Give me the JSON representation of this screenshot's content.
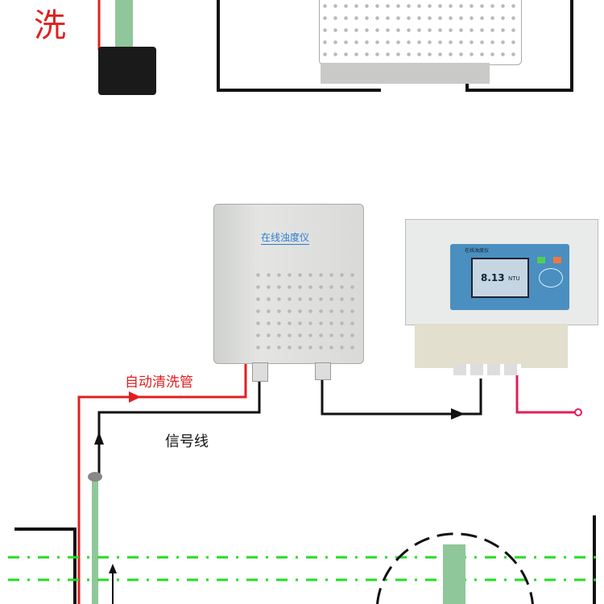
{
  "top_label": "洗",
  "analyzer": {
    "title": "在线浊度仪"
  },
  "controller": {
    "title": "在线浊度仪",
    "reading": "8.13",
    "unit": "NTU"
  },
  "labels": {
    "cleaning_pipe": "自动清洗管",
    "signal_line": "信号线"
  },
  "colors": {
    "cleaning": "#e02020",
    "signal": "#111111",
    "water": "#22dd22",
    "output": "#e0205a"
  }
}
